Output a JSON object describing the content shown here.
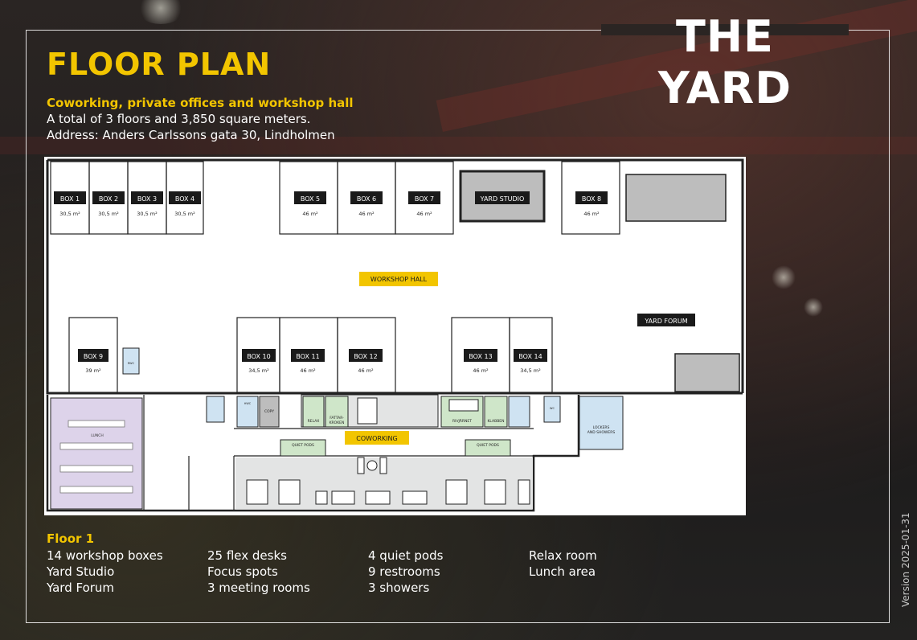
{
  "brand": "THE YARD",
  "title": "FLOOR PLAN",
  "subtitle": "Coworking, private offices and workshop hall",
  "line_total": "A total of 3 floors and 3,850 square meters.",
  "line_address": "Address: Anders Carlssons gata 30, Lindholmen",
  "version": "Version 2025-01-31",
  "floor_label": "Floor 1",
  "features": [
    [
      "14 workshop boxes",
      "Yard Studio",
      "Yard Forum"
    ],
    [
      "25 flex desks",
      "Focus spots",
      "3 meeting rooms"
    ],
    [
      "4 quiet pods",
      "9 restrooms",
      "3 showers"
    ],
    [
      "Relax room",
      "Lunch area"
    ]
  ],
  "colors": {
    "accent": "#f2c500",
    "label_bg": "#1a1a1a",
    "meeting_green": "#cfe6c9",
    "lunch_purple": "#ddd3ea",
    "restroom_blue": "#cfe3f2",
    "studio_grey": "#bdbdbd",
    "cowork_grey": "#e3e4e4"
  },
  "plan": {
    "boxes": [
      {
        "name": "BOX 1",
        "area": "30,5 m²"
      },
      {
        "name": "BOX 2",
        "area": "30,5 m²"
      },
      {
        "name": "BOX 3",
        "area": "30,5 m²"
      },
      {
        "name": "BOX 4",
        "area": "30,5 m²"
      },
      {
        "name": "BOX 5",
        "area": "46 m²"
      },
      {
        "name": "BOX 6",
        "area": "46 m²"
      },
      {
        "name": "BOX 7",
        "area": "46 m²"
      },
      {
        "name": "BOX 8",
        "area": "46 m²"
      },
      {
        "name": "BOX 9",
        "area": "39 m²"
      },
      {
        "name": "BOX 10",
        "area": "34,5 m²"
      },
      {
        "name": "BOX 11",
        "area": "46 m²"
      },
      {
        "name": "BOX 12",
        "area": "46 m²"
      },
      {
        "name": "BOX 13",
        "area": "46 m²"
      },
      {
        "name": "BOX 14",
        "area": "34,5 m²"
      }
    ],
    "yard_studio": "YARD STUDIO",
    "yard_forum": "YARD FORUM",
    "workshop_hall": "WORKSHOP HALL",
    "coworking": "COWORKING",
    "lunch": "LUNCH",
    "relax": "RELAX",
    "fattar_1": "FATTAR-",
    "fattar_2": "KROKEN",
    "rivjarnet": "RIVJÄRNET",
    "klabben": "KLABBEN",
    "copy": "COPY",
    "quiet_pods_1": "QUIET PODS",
    "quiet_pods_2": "QUIET PODS",
    "lockers_1": "LOCKERS",
    "lockers_2": "AND SHOWERS",
    "rwc": "RWC",
    "wc": "WC",
    "hwc": "HWC"
  }
}
